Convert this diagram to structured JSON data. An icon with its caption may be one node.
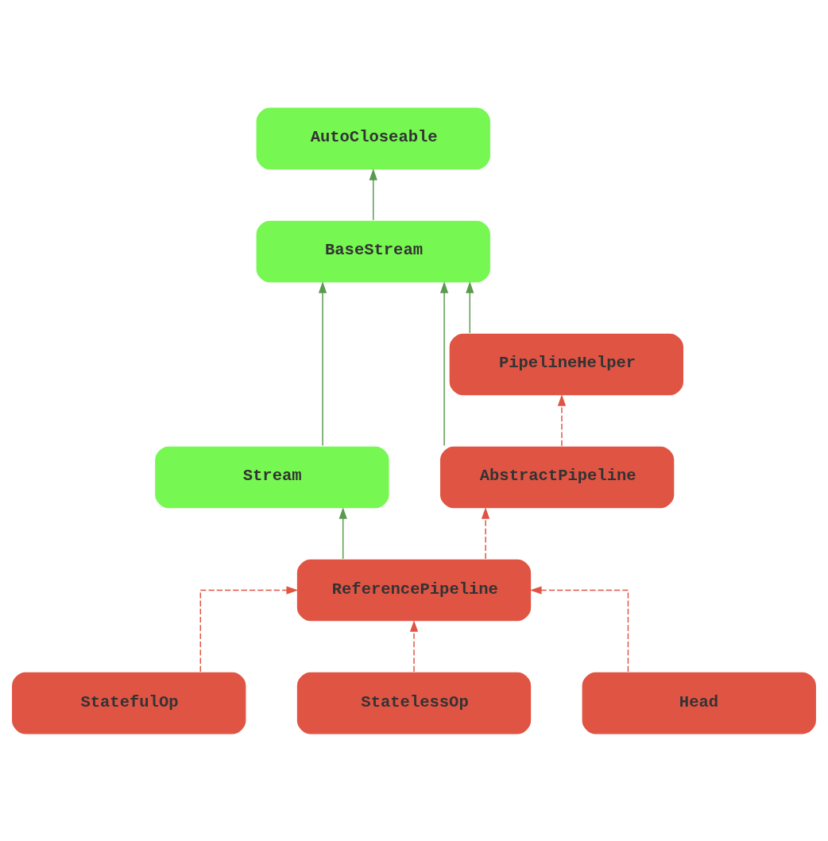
{
  "diagram": {
    "nodes": [
      {
        "text": [
          "AutoCloseable"
        ]
      },
      {
        "text": [
          "BaseStream"
        ]
      },
      {
        "text": [
          "PipelineHelper"
        ]
      },
      {
        "text": [
          "Stream"
        ]
      },
      {
        "text": [
          "AbstractPipeline"
        ]
      },
      {
        "text": [
          "ReferencePipeline"
        ]
      },
      {
        "text": [
          "StatefulOp"
        ]
      },
      {
        "text": [
          "StatelessOp"
        ]
      },
      {
        "text": [
          "Head"
        ]
      }
    ],
    "edges": [
      {
        "from": 1,
        "to": 0,
        "arrow": "to",
        "color": "#5a9a4e"
      },
      {
        "from": 2,
        "to": 1,
        "arrow": "to",
        "color": "#5a9a4e"
      },
      {
        "from": 3,
        "to": 1,
        "arrow": "to",
        "color": "#5a9a4e"
      },
      {
        "from": 4,
        "to": 1,
        "arrow": "to",
        "color": "#5a9a4e"
      },
      {
        "from": 4,
        "to": 2,
        "arrow": "to",
        "style": "dashed",
        "color": "#e05444"
      },
      {
        "from": 5,
        "to": 3,
        "arrow": "to",
        "color": "#5a9a4e"
      },
      {
        "from": 5,
        "to": 4,
        "arrow": "to",
        "style": "dashed",
        "color": "#e05444"
      },
      {
        "from": 6,
        "to": 5,
        "arrow": "to",
        "style": "dashed",
        "color": "#e05444"
      },
      {
        "from": 7,
        "to": 5,
        "arrow": "to",
        "style": "dashed",
        "color": "#e05444"
      },
      {
        "from": 8,
        "to": 5,
        "arrow": "to",
        "style": "dashed",
        "color": "#e05444"
      }
    ]
  }
}
